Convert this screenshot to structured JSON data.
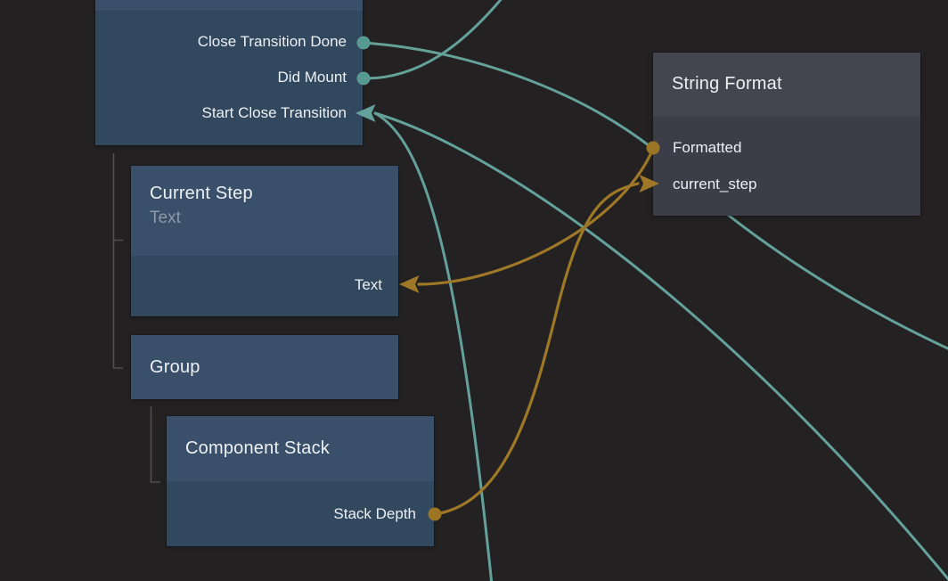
{
  "theme": {
    "colors": {
      "canvas-bg": "#232121",
      "node-blue-header": "#3a506a",
      "node-blue-body": "#31485f",
      "node-gray-header": "#43464f",
      "node-gray-body": "#3b3e48",
      "edge-teal": "#64a19a",
      "port-teal": "#579a92",
      "edge-gold": "#9e7827",
      "port-gold": "#9c7525",
      "tree-line": "#4e4e4e",
      "text-primary": "#edf0f2",
      "text-subtitle": "#8c99a7"
    }
  },
  "nodes": {
    "screen": {
      "pins": {
        "close_transition_done": "Close Transition Done",
        "did_mount": "Did Mount",
        "start_close_transition": "Start Close Transition"
      }
    },
    "current_step": {
      "title": "Current Step",
      "subtitle": "Text",
      "pins": {
        "text": "Text"
      }
    },
    "group": {
      "title": "Group"
    },
    "component_stack": {
      "title": "Component Stack",
      "pins": {
        "stack_depth": "Stack Depth"
      }
    },
    "string_format": {
      "title": "String Format",
      "pins": {
        "formatted": "Formatted",
        "current_step": "current_step"
      }
    }
  },
  "edges": [
    {
      "from": "screen.close_transition_done",
      "to": "offscreen-right",
      "color": "teal"
    },
    {
      "from": "screen.did_mount",
      "to": "offscreen-top",
      "color": "teal"
    },
    {
      "from": "offscreen-bottom-right",
      "to": "screen.start_close_transition",
      "color": "teal"
    },
    {
      "from": "offscreen-bottom",
      "to": "screen.start_close_transition",
      "color": "teal"
    },
    {
      "from": "string_format.formatted",
      "to": "current_step.text",
      "color": "gold"
    },
    {
      "from": "component_stack.stack_depth",
      "to": "string_format.current_step",
      "color": "gold"
    }
  ]
}
